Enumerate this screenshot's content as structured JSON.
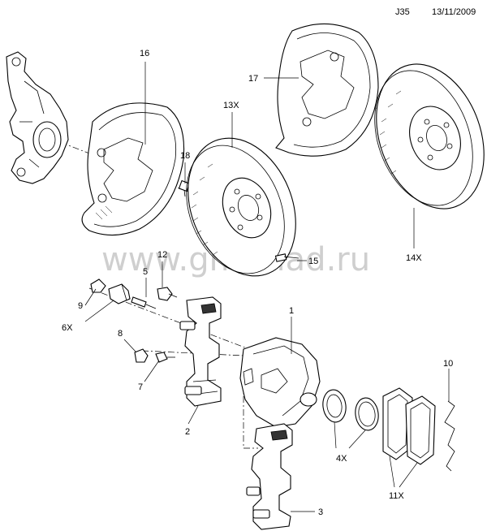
{
  "header": {
    "code": "J35",
    "date": "13/11/2009"
  },
  "watermark": "www.gmsklad.ru",
  "callouts": {
    "c1": "1",
    "c2": "2",
    "c3": "3",
    "c4x": "4X",
    "c5": "5",
    "c6x": "6X",
    "c7": "7",
    "c8": "8",
    "c9": "9",
    "c10": "10",
    "c11x": "11X",
    "c12": "12",
    "c13x": "13X",
    "c14x": "14X",
    "c15": "15",
    "c16": "16",
    "c17": "17",
    "c18": "18"
  }
}
